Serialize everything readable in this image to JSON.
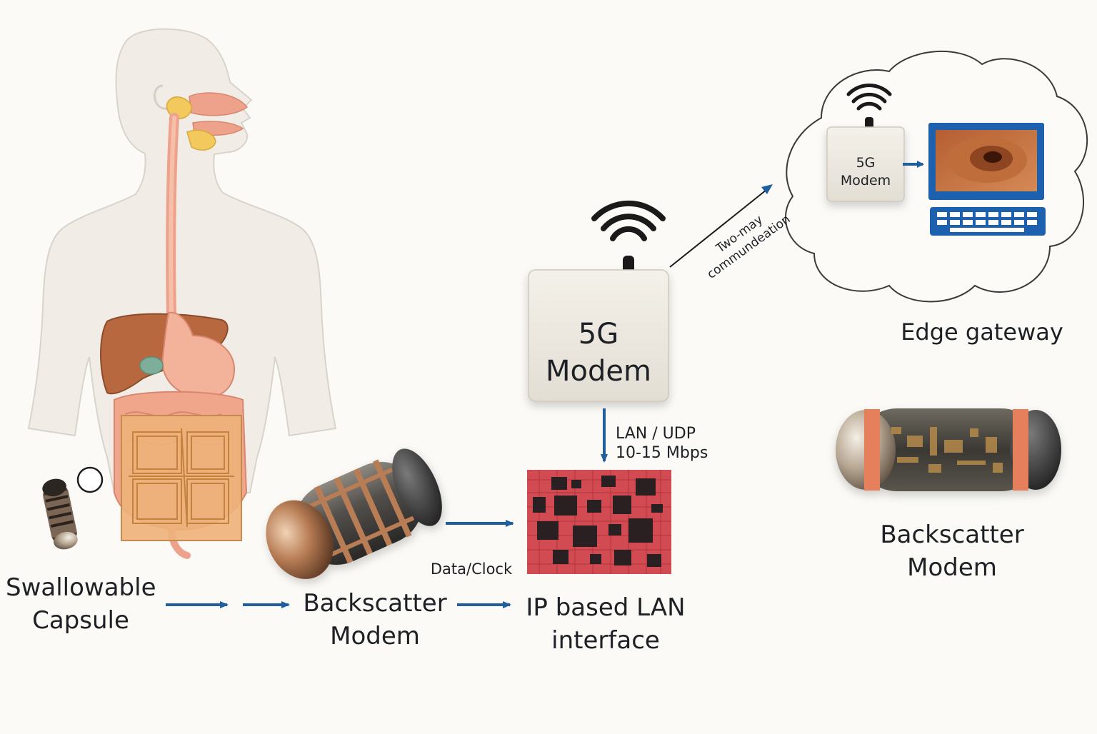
{
  "labels": {
    "swallowable_capsule": [
      "Swallowable",
      "Capsule"
    ],
    "backscatter_modem_main": [
      "Backscatter",
      "Modem"
    ],
    "ip_lan_interface": [
      "IP based LAN",
      "interface"
    ],
    "modem_5g_main": [
      "5G",
      "Modem"
    ],
    "lan_udp": [
      "LAN / UDP",
      "10-15 Mbps"
    ],
    "data_clock": "Data/Clock",
    "two_way": [
      "Two-may",
      "commundeation"
    ],
    "modem_5g_cloud": [
      "5G",
      "Modem"
    ],
    "edge_gateway": "Edge gateway",
    "backscatter_modem_right": [
      "Backscatter",
      "Modem"
    ]
  },
  "colors": {
    "arrow": "#1f5f9e",
    "capsule_copper": "#b87d55",
    "chip_red": "#d24a52",
    "capsule_band": "#e6805b",
    "monitor_blue": "#1c60ae"
  },
  "icons": [
    "human-body-icon",
    "wifi-icon",
    "monitor-icon",
    "keyboard-icon",
    "cloud-icon",
    "capsule-icon",
    "chip-icon"
  ]
}
